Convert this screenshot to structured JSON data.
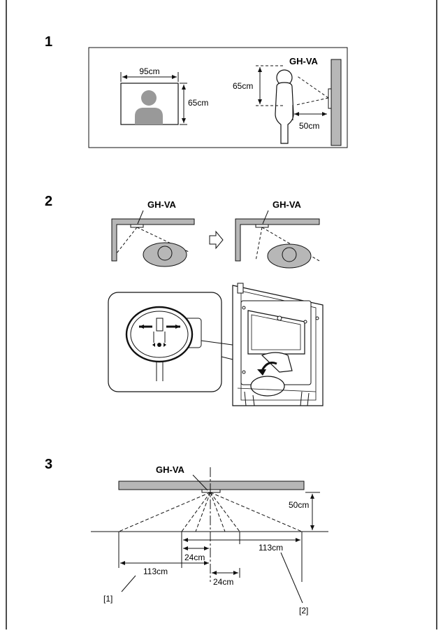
{
  "colors": {
    "ink": "#111111",
    "fill_gray": "#b7b7b7",
    "face_gray": "#999999",
    "paper": "#ffffff"
  },
  "step1": {
    "number": "1",
    "model": "GH-VA",
    "screen_width": "95cm",
    "screen_height": "65cm",
    "person_height": "65cm",
    "distance": "50cm",
    "icons": [
      "person-silhouette-icon",
      "standing-person-icon"
    ]
  },
  "step2": {
    "number": "2",
    "model_left": "GH-VA",
    "model_right": "GH-VA",
    "icons": [
      "arrow-right-outline-icon",
      "adjustment-knob-icon",
      "rotate-arrow-icon"
    ]
  },
  "step3": {
    "number": "3",
    "model": "GH-VA",
    "distance": "50cm",
    "span_left": "113cm",
    "span_right": "113cm",
    "offset_left": "24cm",
    "offset_right": "24cm",
    "callout_1": "[1]",
    "callout_2": "[2]"
  }
}
